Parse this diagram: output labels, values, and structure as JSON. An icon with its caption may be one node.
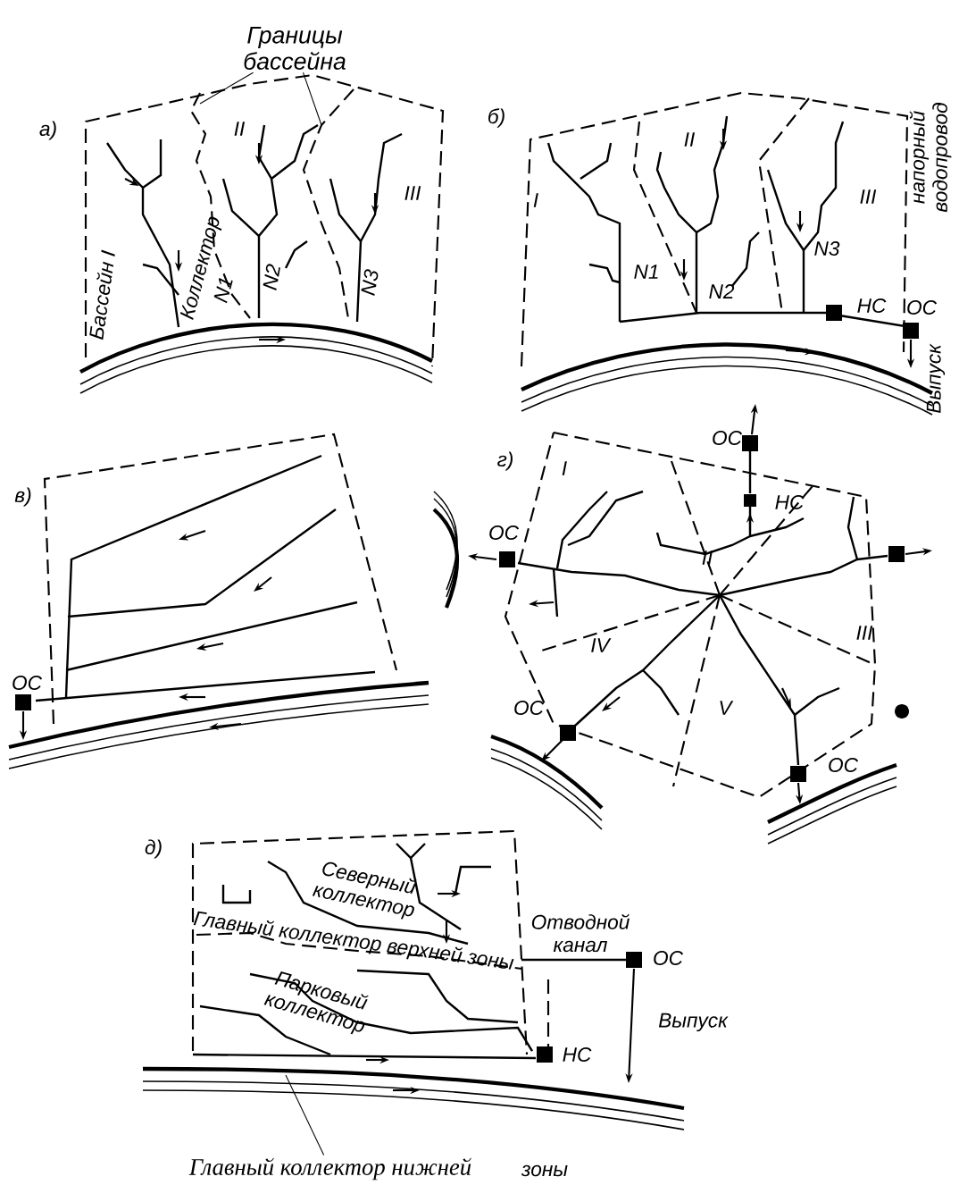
{
  "diagram": {
    "nodes": [
      {
        "text": [
          "Границы бассейна"
        ]
      },
      {
        "text": [
          "Главный коллектор нижней"
        ]
      },
      {
        "text": [],
        "shape": "pipe"
      }
    ],
    "edges": [
      {
        "from": 0,
        "to": null,
        "arrow": "none"
      },
      {
        "from": 0,
        "to": null,
        "arrow": "none"
      },
      {
        "from": 1,
        "to": 2,
        "arrow": "none"
      }
    ],
    "labels": [
      "а)",
      "Бассейн I",
      "Коллектор",
      "N1",
      "II",
      "N2",
      "N3",
      "III",
      "б)",
      "I",
      "II",
      "III",
      "N1",
      "N2",
      "N3",
      "НС",
      "ОС",
      "напорный водопровод",
      "Выпуск",
      "в)",
      "ОС",
      "г)",
      "ОС",
      "НС",
      "I",
      "ОС",
      "II",
      "III",
      "IV",
      "ОС",
      "V",
      "ОС",
      "д)",
      "Северный коллектор",
      "Главный коллектор верхней зоны",
      "Отводной канал",
      "ОС",
      "Парковый коллектор",
      "НС",
      "Выпуск",
      "зоны"
    ]
  }
}
